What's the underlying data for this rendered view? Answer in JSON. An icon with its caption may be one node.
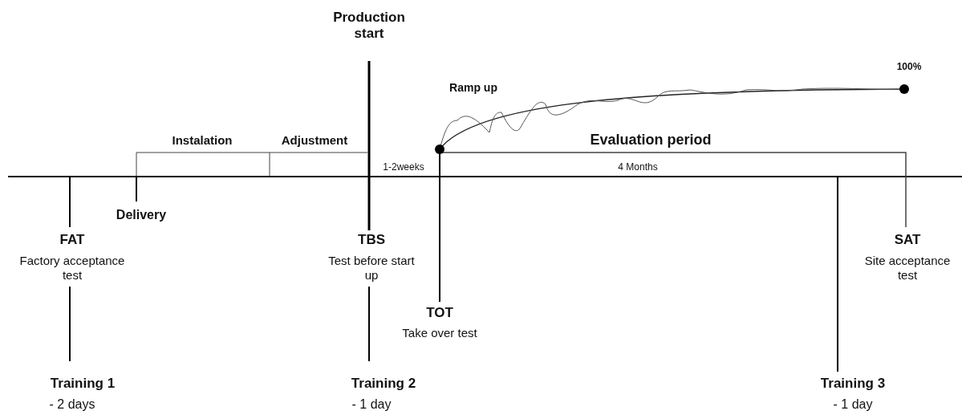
{
  "diagram": {
    "labels": [
      "Production start",
      "100%",
      "Ramp up",
      "Instalation",
      "Adjustment",
      "Evaluation period",
      "1-2weeks",
      "4 Months",
      "Delivery",
      "FAT",
      "Factory acceptance test",
      "TBS",
      "Test before start up",
      "SAT",
      "Site acceptance test",
      "TOT",
      "Take over test",
      "Training 1",
      "- 2 days",
      "Training 2",
      "- 1 day",
      "Training 3",
      "- 1 day"
    ]
  }
}
